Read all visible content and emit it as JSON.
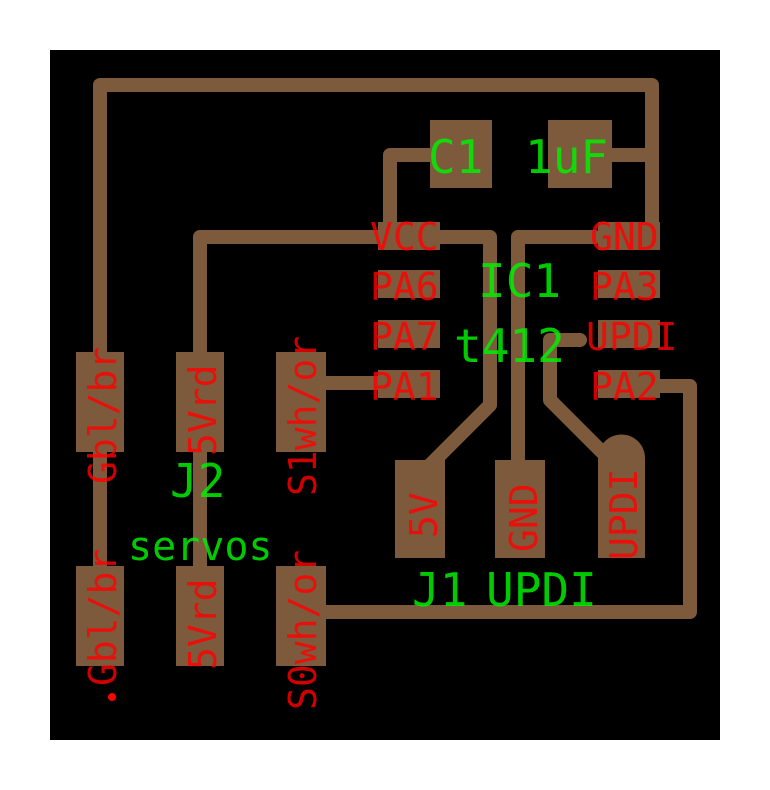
{
  "board": {
    "colors": {
      "background": "#000000",
      "copper": "#7d5a3c",
      "pin_label": "#ff0000",
      "ref_label": "#00ee00"
    }
  },
  "components": {
    "c1": {
      "ref": "C1",
      "value": "1uF"
    },
    "ic1": {
      "ref": "IC1",
      "value": "t412",
      "pins_left": [
        "VCC",
        "PA6",
        "PA7",
        "PA1"
      ],
      "pins_right": [
        "GND",
        "PA3",
        "UPDI",
        "PA2"
      ]
    },
    "j1": {
      "ref": "J1",
      "value": "UPDI",
      "pins": [
        "5V",
        "GND",
        "UPDI"
      ]
    },
    "j2": {
      "ref": "J2",
      "value": "servos",
      "pins_top": [
        "Gbl/br",
        "5Vrd",
        "S1wh/or"
      ],
      "pins_bottom": [
        "Gbl/br",
        "5Vrd",
        "S0wh/or"
      ]
    }
  }
}
